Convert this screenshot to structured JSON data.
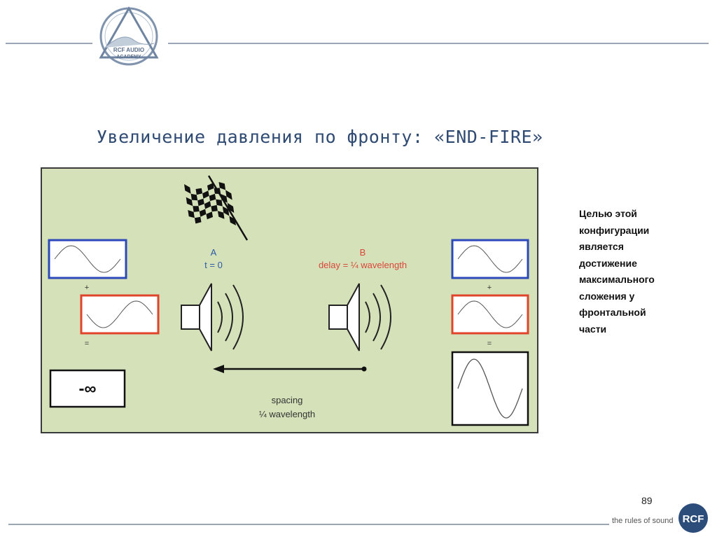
{
  "header": {
    "logo_text": [
      "RCF AUDIO",
      "ACADEMY"
    ]
  },
  "slide": {
    "title": "Увеличение давления по фронту: «END-FIRE»",
    "description_lines": [
      "Целью этой",
      "конфигурации",
      "является",
      "достижение",
      "максимального",
      "сложения у",
      "фронтальной",
      "части"
    ],
    "page_number": "89"
  },
  "diagram": {
    "speaker_a": {
      "name": "A",
      "timing": "t = 0"
    },
    "speaker_b": {
      "name": "B",
      "timing": "delay = ¼ wavelength"
    },
    "spacing": {
      "line1": "spacing",
      "line2": "¼ wavelength"
    },
    "operators": {
      "plus": "+",
      "equals": "="
    },
    "rear_result": "-∞",
    "colors": {
      "speaker_a_wave": "#2b49b8",
      "speaker_b_wave": "#e0442a",
      "label_a": "#2d5aa8",
      "label_b": "#d9473a",
      "background": "#d5e1b9"
    }
  },
  "footer": {
    "tagline": "the rules of sound",
    "brand": "RCF"
  }
}
